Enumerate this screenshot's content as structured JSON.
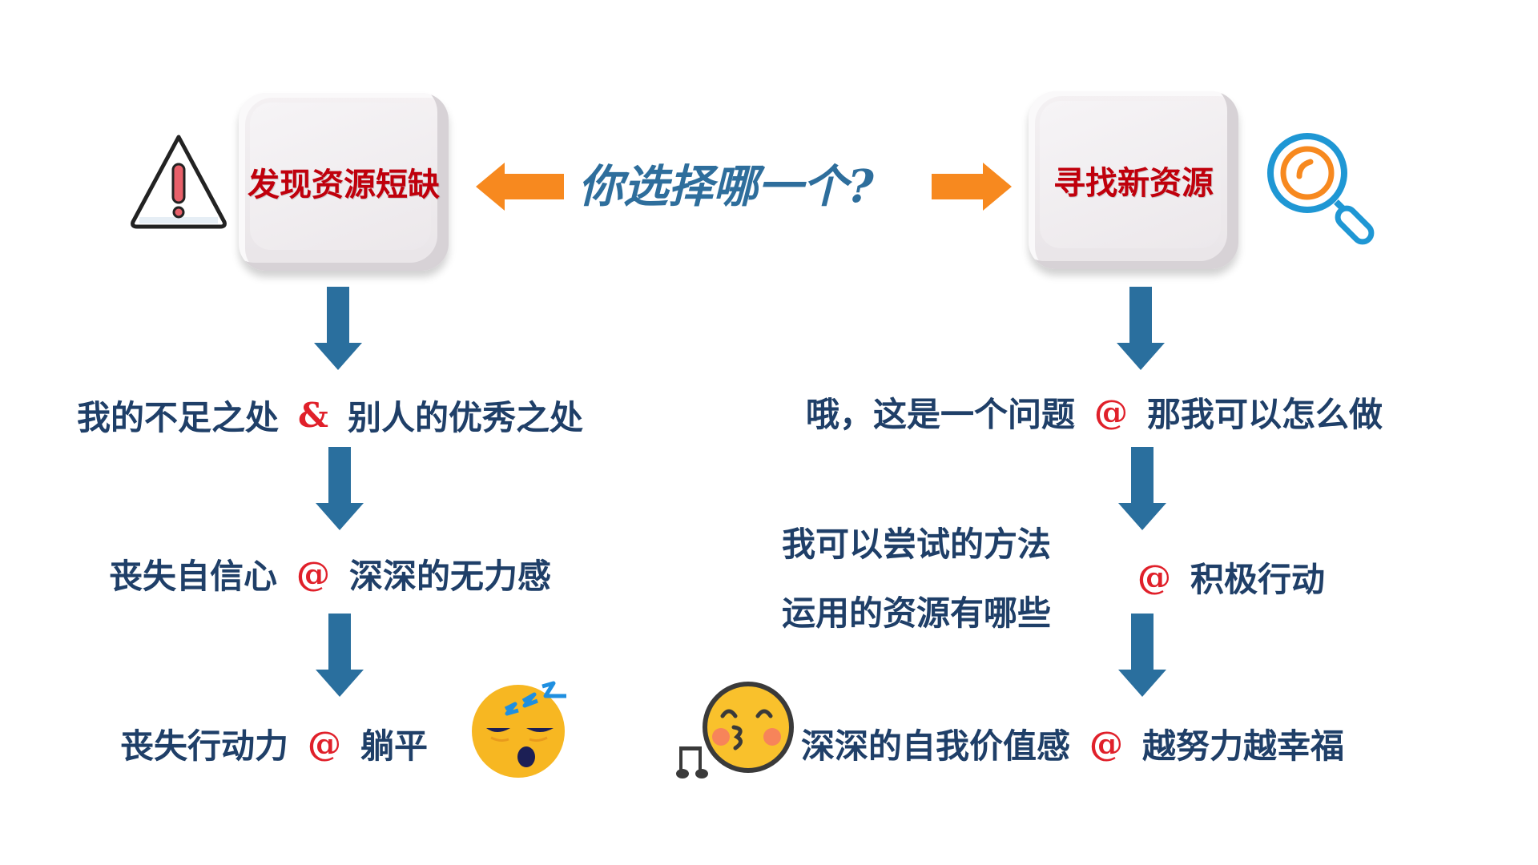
{
  "title": "你选择哪一个?",
  "left": {
    "key_label": "发现资源短缺",
    "steps": [
      {
        "a": "我的不足之处",
        "sep": "&",
        "b": "别人的优秀之处"
      },
      {
        "a": "丧失自信心",
        "sep": "@",
        "b": "深深的无力感"
      },
      {
        "a": "丧失行动力",
        "sep": "@",
        "b": "躺平"
      }
    ],
    "icon": "warning-icon",
    "end_icon": "sleeping-face-icon"
  },
  "right": {
    "key_label": "寻找新资源",
    "steps": [
      {
        "a": "哦，这是一个问题",
        "sep": "@",
        "b": "那我可以怎么做"
      },
      {
        "a1": "我可以尝试的方法",
        "a2": "运用的资源有哪些",
        "sep": "@",
        "b": "积极行动"
      },
      {
        "a": "深深的自我价值感",
        "sep": "@",
        "b": "越努力越幸福"
      }
    ],
    "icon": "magnifier-icon",
    "end_icon": "whistling-face-icon"
  },
  "colors": {
    "key_text": "#c0000c",
    "title": "#2e6e9c",
    "text": "#1f3f68",
    "separator": "#e0202a",
    "down_arrow": "#2a6f9e",
    "side_arrow": "#f7891f"
  }
}
